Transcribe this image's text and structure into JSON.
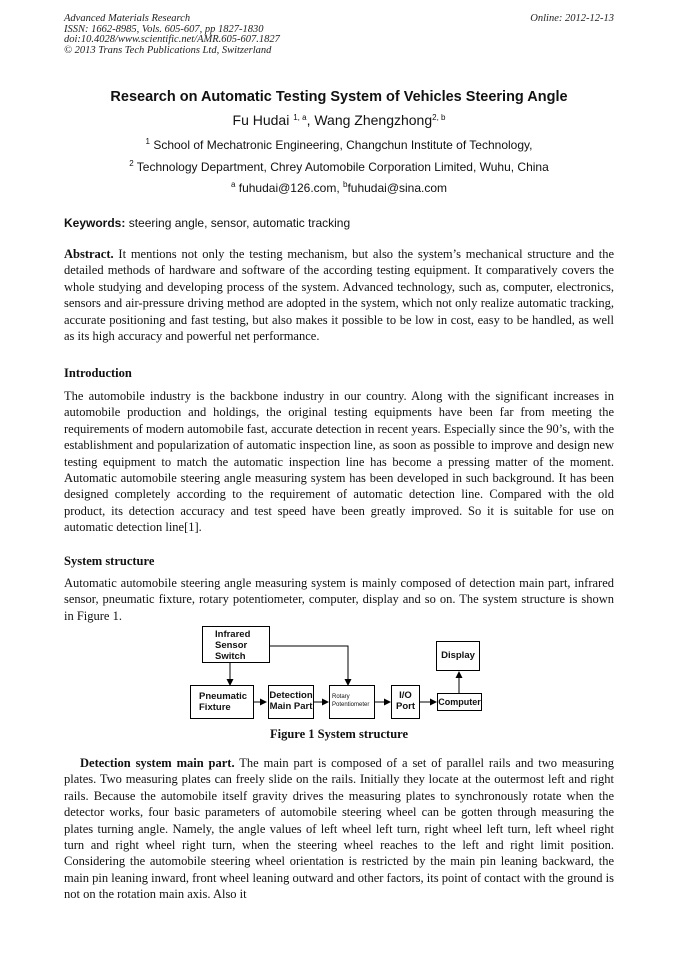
{
  "header": {
    "left_lines": [
      "Advanced Materials Research",
      "ISSN: 1662-8985, Vols. 605-607, pp 1827-1830",
      "doi:10.4028/www.scientific.net/AMR.605-607.1827",
      "© 2013 Trans Tech Publications Ltd, Switzerland"
    ],
    "online": "Online: 2012-12-13"
  },
  "title": "Research on Automatic Testing System of Vehicles Steering Angle",
  "authors": {
    "author1": "Fu Hudai",
    "author1_sup": "1, a",
    "sep": ", ",
    "author2": "Wang Zhengzhong",
    "author2_sup": "2, b"
  },
  "affiliations": [
    {
      "sup": "1",
      "text": "School of Mechatronic Engineering, Changchun Institute of Technology,"
    },
    {
      "sup": "2",
      "text": "Technology Department, Chrey Automobile Corporation Limited, Wuhu, China"
    }
  ],
  "emails": {
    "sup_a": "a",
    "a": "fuhudai@126.com, ",
    "sup_b": "b",
    "b": "fuhudai@sina.com"
  },
  "keywords": {
    "label": "Keywords:",
    "text": "steering angle, sensor, automatic tracking"
  },
  "abstract": {
    "label": "Abstract.",
    "text": "It mentions not only the testing mechanism, but also the system’s mechanical structure and the detailed methods of hardware and software of the according testing equipment. It comparatively covers the whole studying and developing process of the system. Advanced technology, such as, computer, electronics, sensors and air-pressure driving method are adopted in the system, which not only realize automatic tracking, accurate positioning and fast testing, but also makes it possible to be low in cost, easy to be handled, as well as its high accuracy and powerful net performance."
  },
  "intro": {
    "heading": "Introduction",
    "text": "The automobile industry is the backbone industry in our country. Along with the significant increases in automobile production and holdings, the original testing equipments have been far from meeting the requirements of modern automobile fast, accurate detection in recent years. Especially since the 90’s, with the establishment and popularization of automatic inspection line, as soon as possible to improve and design new testing equipment to match the automatic inspection line has become a pressing matter of the moment. Automatic automobile steering angle measuring system has been developed in such background. It has been designed completely according to the requirement of automatic detection line. Compared with the old product, its detection accuracy and test speed have been greatly improved. So it is suitable for use on automatic detection line[1]."
  },
  "system": {
    "heading": "System structure",
    "text": "Automatic automobile steering angle measuring system is mainly composed of detection main part, infrared sensor, pneumatic fixture, rotary potentiometer, computer, display and so on. The system structure is shown in Figure 1."
  },
  "figure": {
    "boxes": {
      "infrared": [
        "Infrared",
        "Sensor",
        "Switch"
      ],
      "display": "Display",
      "pneumatic": [
        "Pneumatic",
        "Fixture"
      ],
      "detection": [
        "Detection",
        "Main Part"
      ],
      "rotary": [
        "Rotary",
        "Potentiometer"
      ],
      "io": [
        "I/O",
        "Port"
      ],
      "computer": "Computer"
    },
    "caption": "Figure 1  System structure"
  },
  "detection": {
    "label": "Detection system main part.",
    "text": "The main part is composed of a set of parallel rails and two measuring plates. Two measuring plates can freely slide on the rails. Initially they locate at the outermost left and right rails. Because the automobile itself gravity drives the measuring plates to synchronously rotate when the detector works, four basic parameters of automobile steering wheel can be gotten through measuring the plates turning angle. Namely, the angle values of left wheel left turn, right wheel left turn, left wheel right turn and right wheel right turn, when the steering wheel reaches to the left and right limit position. Considering the automobile steering wheel orientation is restricted by the main pin leaning backward, the main pin leaning inward, front wheel leaning outward and other factors, its point of contact with the ground is not on the rotation main axis. Also it"
  }
}
